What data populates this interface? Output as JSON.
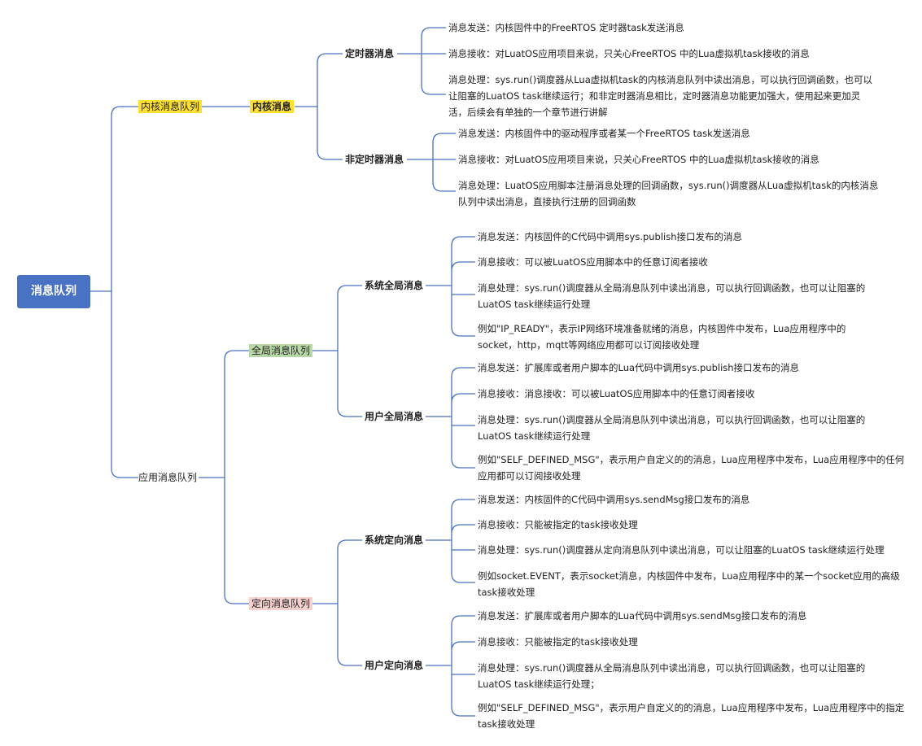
{
  "colors": {
    "root_bg": "#4a72c4",
    "line": "#4a72c4",
    "highlight_yellow": "#fde032",
    "highlight_green": "#b7d8a6",
    "highlight_pink": "#f5d1cf"
  },
  "root": {
    "label": "消息队列"
  },
  "kernel": {
    "label": "内核消息队列",
    "child": {
      "label": "内核消息",
      "timer": {
        "label": "定时器消息",
        "send": "消息发送：内核固件中的FreeRTOS 定时器task发送消息",
        "recv": "消息接收：对LuatOS应用项目来说，只关心FreeRTOS 中的Lua虚拟机task接收的消息",
        "proc": "消息处理：sys.run()调度器从Lua虚拟机task的内核消息队列中读出消息，可以执行回调函数，也可以让阻塞的LuatOS task继续运行；和非定时器消息相比，定时器消息功能更加强大，使用起来更加灵活，后续会有单独的一个章节进行讲解"
      },
      "nontimer": {
        "label": "非定时器消息",
        "send": "消息发送：内核固件中的驱动程序或者某一个FreeRTOS task发送消息",
        "recv": "消息接收：对LuatOS应用项目来说，只关心FreeRTOS 中的Lua虚拟机task接收的消息",
        "proc": "消息处理：LuatOS应用脚本注册消息处理的回调函数，sys.run()调度器从Lua虚拟机task的内核消息队列中读出消息，直接执行注册的回调函数"
      }
    }
  },
  "app": {
    "label": "应用消息队列",
    "global": {
      "label": "全局消息队列",
      "system": {
        "label": "系统全局消息",
        "send": "消息发送：内核固件的C代码中调用sys.publish接口发布的消息",
        "recv": "消息接收：可以被LuatOS应用脚本中的任意订阅者接收",
        "proc": "消息处理：sys.run()调度器从全局消息队列中读出消息，可以执行回调函数，也可以让阻塞的LuatOS task继续运行处理",
        "example": "例如\"IP_READY\"，表示IP网络环境准备就绪的消息，内核固件中发布，Lua应用程序中的socket，http，mqtt等网络应用都可以订阅接收处理"
      },
      "user": {
        "label": "用户全局消息",
        "send": "消息发送：扩展库或者用户脚本的Lua代码中调用sys.publish接口发布的消息",
        "recv": "消息接收：消息接收：可以被LuatOS应用脚本中的任意订阅者接收",
        "proc": "消息处理：sys.run()调度器从全局消息队列中读出消息，可以执行回调函数，也可以让阻塞的LuatOS task继续运行处理",
        "example": "例如\"SELF_DEFINED_MSG\"，表示用户自定义的的消息，Lua应用程序中发布，Lua应用程序中的任何应用都可以订阅接收处理"
      }
    },
    "directed": {
      "label": "定向消息队列",
      "system": {
        "label": "系统定向消息",
        "send": "消息发送：内核固件的C代码中调用sys.sendMsg接口发布的消息",
        "recv": "消息接收：只能被指定的task接收处理",
        "proc": "消息处理：sys.run()调度器从定向消息队列中读出消息，可以让阻塞的LuatOS task继续运行处理",
        "example": "例如socket.EVENT，表示socket消息，内核固件中发布，Lua应用程序中的某一个socket应用的高级task接收处理"
      },
      "user": {
        "label": "用户定向消息",
        "send": "消息发送：扩展库或者用户脚本的Lua代码中调用sys.sendMsg接口发布的消息",
        "recv": "消息接收：只能被指定的task接收处理",
        "proc": "消息处理：sys.run()调度器从全局消息队列中读出消息，可以执行回调函数，也可以让阻塞的LuatOS task继续运行处理；",
        "example": "例如\"SELF_DEFINED_MSG\"，表示用户自定义的的消息，Lua应用程序中发布，Lua应用程序中的指定task接收处理"
      }
    }
  }
}
